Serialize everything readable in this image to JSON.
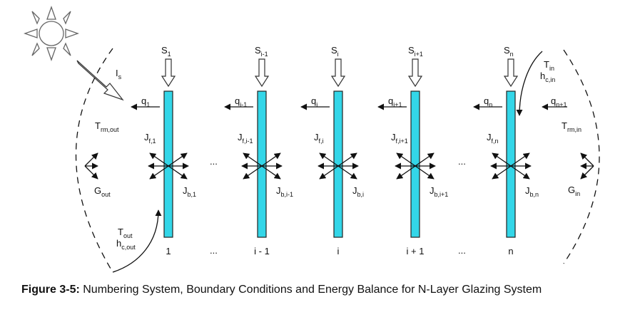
{
  "caption": {
    "figure_label": "Figure 3-5:",
    "text": "Numbering System, Boundary Conditions and Energy Balance for N-Layer Glazing System"
  },
  "sun": {
    "icon": "sun-icon",
    "incident_label": "I",
    "incident_sub": "s"
  },
  "outdoor": {
    "t_rm": {
      "main": "T",
      "sub": "rm,out"
    },
    "g": {
      "main": "G",
      "sub": "out"
    },
    "t": {
      "main": "T",
      "sub": "out"
    },
    "h": {
      "main": "h",
      "sub": "c,out"
    }
  },
  "indoor": {
    "t": {
      "main": "T",
      "sub": "in"
    },
    "h": {
      "main": "h",
      "sub": "c,in"
    },
    "t_rm": {
      "main": "T",
      "sub": "rm,in"
    },
    "g": {
      "main": "G",
      "sub": "in"
    },
    "q_last": {
      "main": "q",
      "sub": "n+1"
    }
  },
  "ellipsis": "...",
  "layers": [
    {
      "index": "1",
      "s": {
        "main": "S",
        "sub": "1"
      },
      "q": {
        "main": "q",
        "sub": "1"
      },
      "jf": {
        "main": "J",
        "sub": "f,1"
      },
      "jb": {
        "main": "J",
        "sub": "b,1"
      }
    },
    {
      "index": "i - 1",
      "s": {
        "main": "S",
        "sub": "i-1"
      },
      "q": {
        "main": "q",
        "sub": "i-1"
      },
      "jf": {
        "main": "J",
        "sub": "f,i-1"
      },
      "jb": {
        "main": "J",
        "sub": "b,i-1"
      }
    },
    {
      "index": "i",
      "s": {
        "main": "S",
        "sub": "i"
      },
      "q": {
        "main": "q",
        "sub": "i"
      },
      "jf": {
        "main": "J",
        "sub": "f,i"
      },
      "jb": {
        "main": "J",
        "sub": "b,i"
      }
    },
    {
      "index": "i + 1",
      "s": {
        "main": "S",
        "sub": "i+1"
      },
      "q": {
        "main": "q",
        "sub": "i+1"
      },
      "jf": {
        "main": "J",
        "sub": "f,i+1"
      },
      "jb": {
        "main": "J",
        "sub": "b,i+1"
      }
    },
    {
      "index": "n",
      "s": {
        "main": "S",
        "sub": "n"
      },
      "q": {
        "main": "q",
        "sub": "n"
      },
      "jf": {
        "main": "J",
        "sub": "f,n"
      },
      "jb": {
        "main": "J",
        "sub": "b,n"
      }
    }
  ],
  "colors": {
    "glazing": "#33d6e8",
    "line": "#111111"
  }
}
